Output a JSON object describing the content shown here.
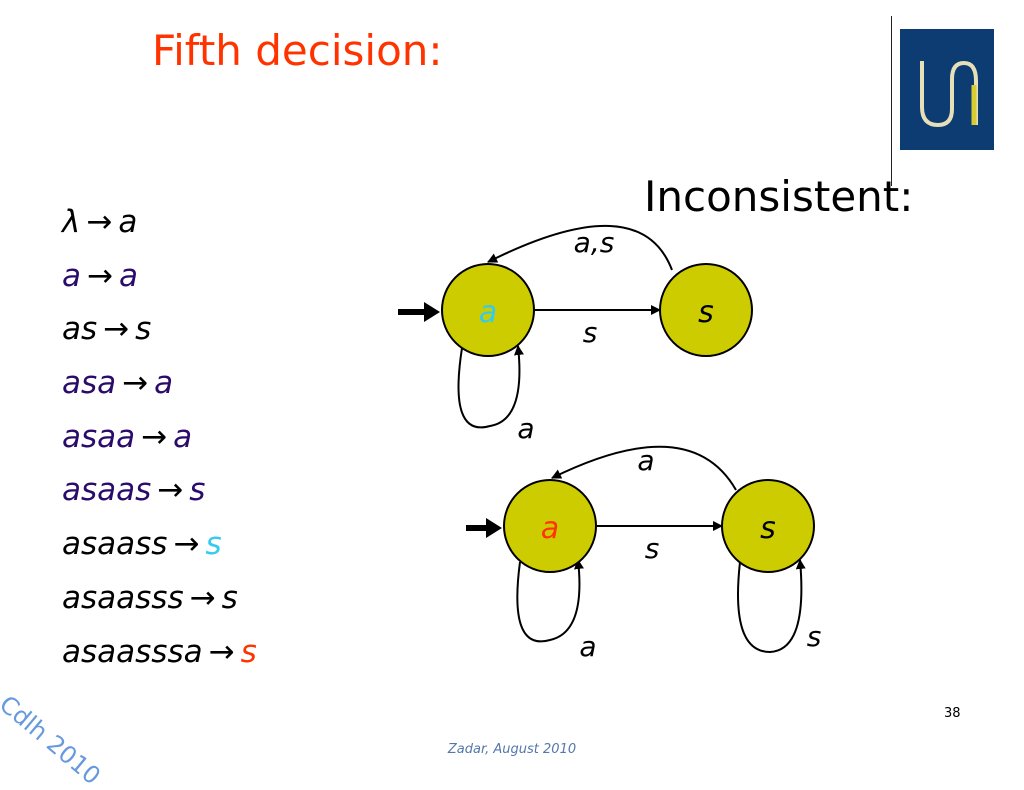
{
  "title": "Fifth decision:",
  "heading": "Inconsistent:",
  "rules": [
    {
      "lhs": "λ",
      "rhs": "a",
      "color": "#000000",
      "rhs_color": "#000000"
    },
    {
      "lhs": "a",
      "rhs": "a",
      "color": "#2a0a6a",
      "rhs_color": "#2a0a6a"
    },
    {
      "lhs": "as",
      "rhs": "s",
      "color": "#000000",
      "rhs_color": "#000000"
    },
    {
      "lhs": "asa",
      "rhs": "a",
      "color": "#2a0a6a",
      "rhs_color": "#2a0a6a"
    },
    {
      "lhs": "asaa",
      "rhs": "a",
      "color": "#2a0a6a",
      "rhs_color": "#2a0a6a"
    },
    {
      "lhs": "asaas",
      "rhs": "s",
      "color": "#2a0a6a",
      "rhs_color": "#2a0a6a"
    },
    {
      "lhs": "asaass",
      "rhs": "s",
      "color": "#000000",
      "rhs_color": "#33ccee"
    },
    {
      "lhs": "asaasss",
      "rhs": "s",
      "color": "#000000",
      "rhs_color": "#000000"
    },
    {
      "lhs": "asaasssa",
      "rhs": "s",
      "color": "#000000",
      "rhs_color": "#ff3300"
    }
  ],
  "arrow": "→",
  "automaton1": {
    "state_a": "a",
    "state_s": "s",
    "label_a_to_s": "s",
    "label_s_to_a": "a,s",
    "label_loop_a": "a",
    "state_a_text_color": "#33ccee"
  },
  "automaton2": {
    "state_a": "a",
    "state_s": "s",
    "label_a_to_s": "s",
    "label_s_to_a": "a",
    "label_loop_a": "a",
    "label_loop_s": "s",
    "state_a_text_color": "#ff3300"
  },
  "colors": {
    "state_fill": "#cccc00",
    "title": "#ff3300"
  },
  "footer": "Zadar, August 2010",
  "slide_number": "38",
  "watermark": "Cdlh 2010"
}
